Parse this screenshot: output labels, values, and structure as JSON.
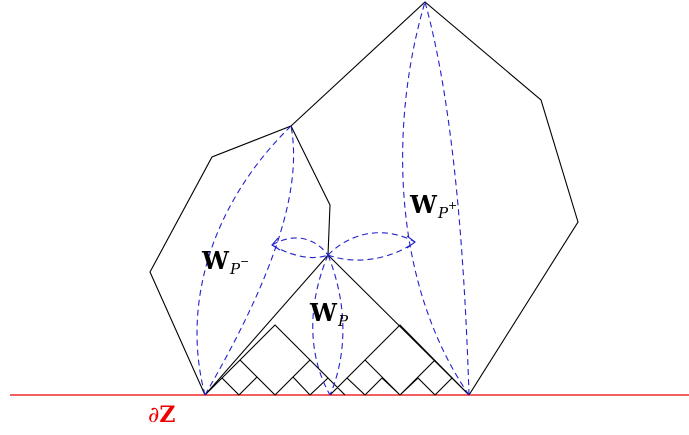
{
  "colors": {
    "boundary_line": "#ee0000",
    "boundary_label": "#ee0000",
    "dashed_curves": "#2222cc",
    "polygon_edges": "#000000",
    "labels": "#000000"
  },
  "labels": {
    "boundary": {
      "partial": "∂",
      "symbol": "Z"
    },
    "wp_minus": {
      "main": "W",
      "sub": "P",
      "sup": "−"
    },
    "wp_plus": {
      "main": "W",
      "sub": "P",
      "sup": "+"
    },
    "wp": {
      "main": "W",
      "sub": "P"
    }
  }
}
